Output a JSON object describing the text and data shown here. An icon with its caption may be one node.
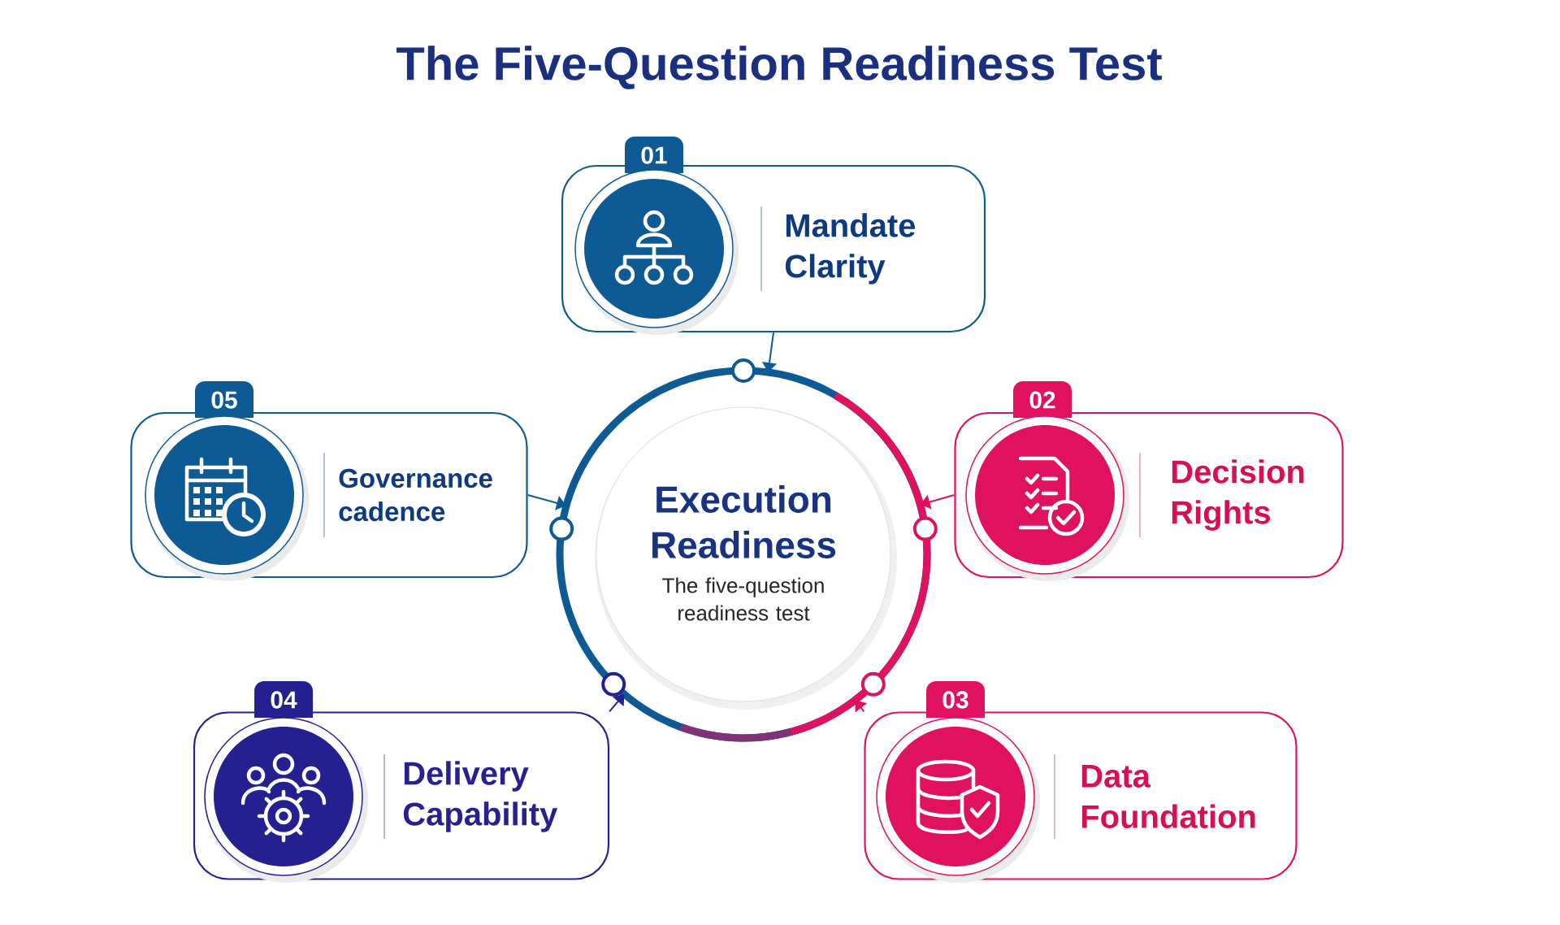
{
  "diagram": {
    "title": "The Five-Question Readiness Test",
    "nodes": [
      {
        "text": [
          "Execution Readiness",
          "The five-question readiness test"
        ]
      },
      {
        "text": [
          "01",
          "Mandate Clarity"
        ]
      },
      {
        "text": [
          "02",
          "Decision Rights"
        ]
      },
      {
        "text": [
          "03",
          "Data Foundation"
        ]
      },
      {
        "text": [
          "04",
          "Delivery Capability"
        ]
      },
      {
        "text": [
          "05",
          "Governance cadence"
        ]
      }
    ],
    "edges": [
      {
        "from": 1,
        "to": 0,
        "arrow": "to",
        "color": "#0d5a94"
      },
      {
        "from": 2,
        "to": 0,
        "arrow": "to",
        "color": "#e0115f"
      },
      {
        "from": 3,
        "to": 0,
        "arrow": "to",
        "color": "#e0115f"
      },
      {
        "from": 4,
        "to": 0,
        "arrow": "to",
        "color": "#25208f"
      },
      {
        "from": 5,
        "to": 0,
        "arrow": "to",
        "color": "#0d5a94"
      }
    ]
  }
}
